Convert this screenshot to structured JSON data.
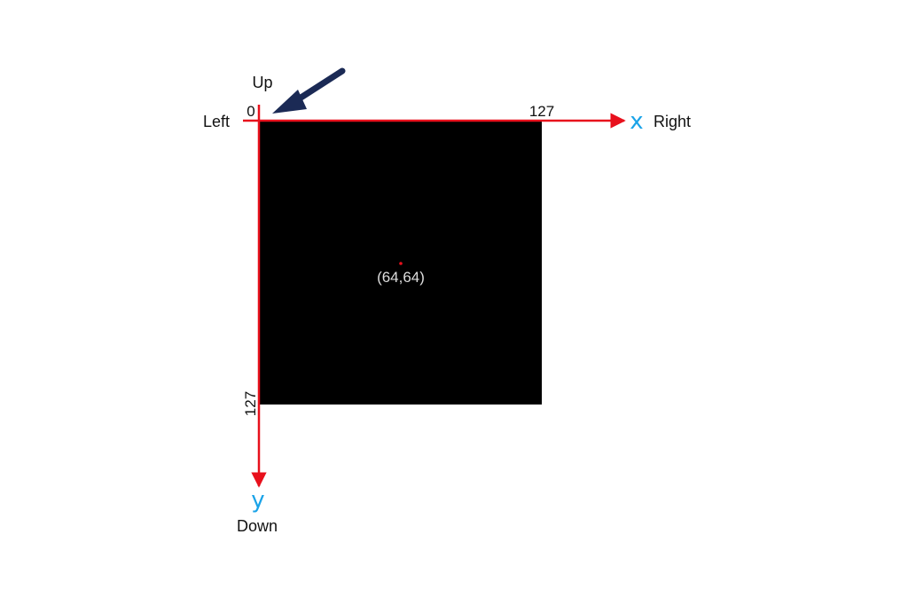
{
  "labels": {
    "up": "Up",
    "down": "Down",
    "left": "Left",
    "right": "Right"
  },
  "axes": {
    "x_letter": "x",
    "y_letter": "y",
    "origin_tick": "0",
    "x_max_tick": "127",
    "y_max_tick": "127"
  },
  "center_point": {
    "label": "(64,64)"
  },
  "colors": {
    "axis": "#e8101c",
    "axis_letter": "#1aa3e8",
    "image_fill": "#000000",
    "pointer_arrow": "#1b2a55",
    "center_dot": "#e8101c"
  }
}
